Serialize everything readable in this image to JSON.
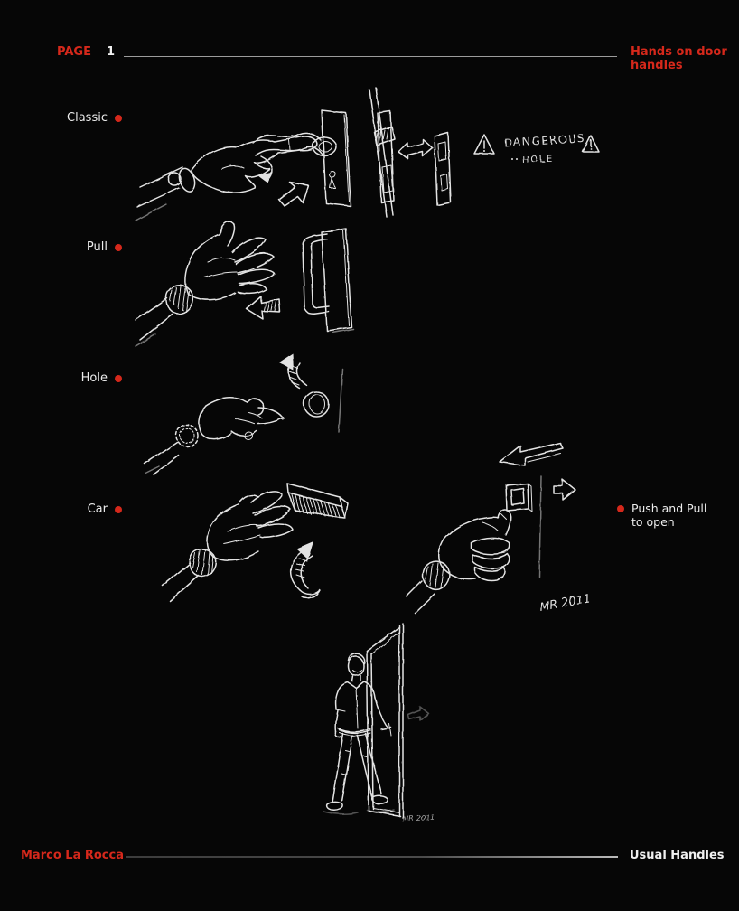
{
  "header": {
    "page_label": "PAGE",
    "page_number": "1",
    "title_line1": "Hands on door",
    "title_line2": "handles"
  },
  "labels": {
    "classic": "Classic",
    "pull": "Pull",
    "hole": "Hole",
    "car": "Car"
  },
  "annotations": {
    "warning_line1": "DANGEROUS",
    "warning_line2": "HOLE",
    "push_pull_line1": "Push and Pull",
    "push_pull_line2": "to open",
    "signature": "MR 2011",
    "signature_door": "MR 2011"
  },
  "footer": {
    "author": "Marco La Rocca",
    "project": "Usual Handles"
  },
  "colors": {
    "background": "#060606",
    "accent": "#d5281b",
    "chalk": "#e3e3e3",
    "header_rule": "#9b9b9b",
    "footer_rule": "#4a4a4a"
  },
  "icons": {
    "red_dot": "filled red circle bullet",
    "warning_triangle": "hand-drawn triangle with exclamation mark"
  }
}
